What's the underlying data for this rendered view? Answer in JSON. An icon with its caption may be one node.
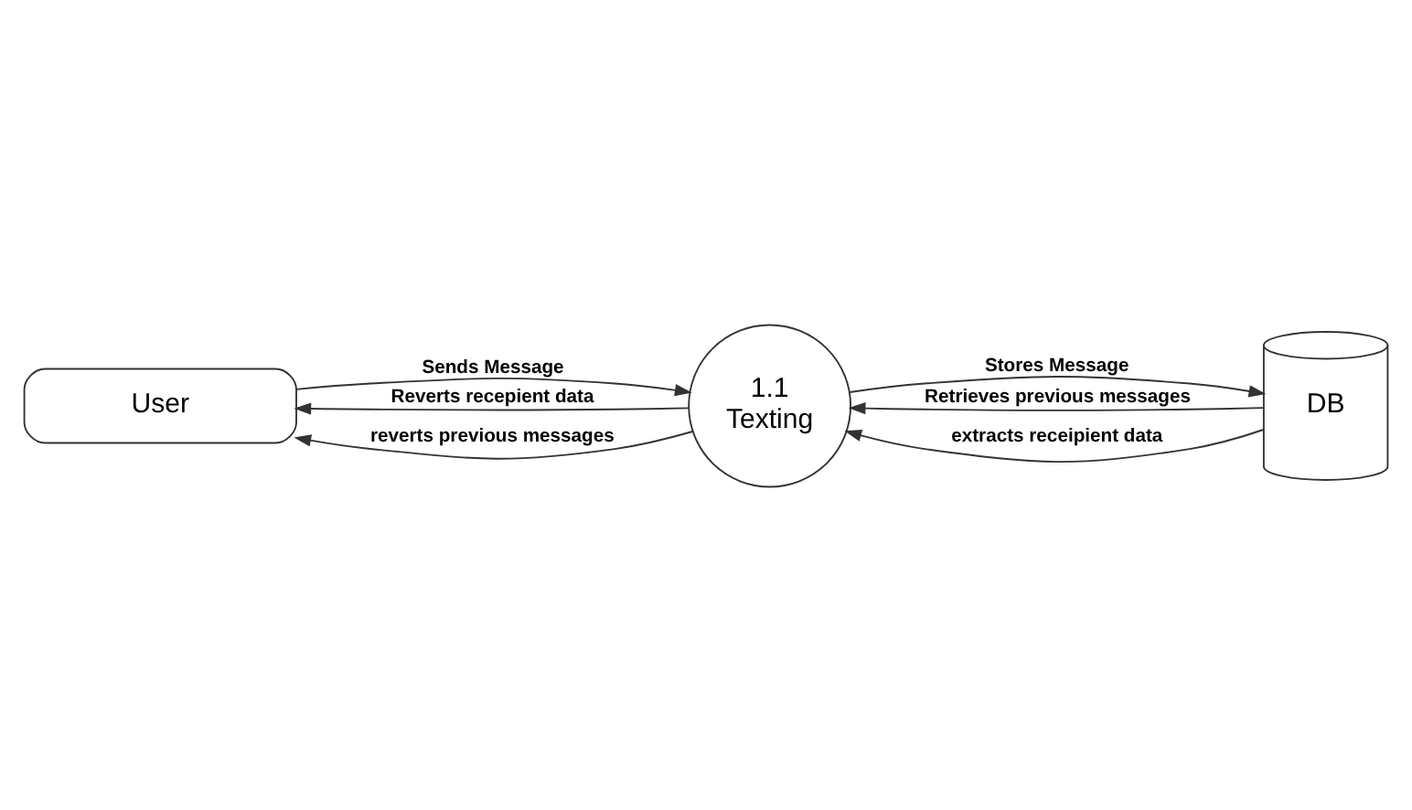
{
  "diagram": {
    "nodes": [
      {
        "text": [
          "User"
        ]
      },
      {
        "text": [
          "1.1",
          "Texting"
        ]
      },
      {
        "text": [
          "DB"
        ]
      }
    ],
    "edges": [
      {
        "from": 1,
        "to": 0,
        "arrow": "to",
        "label": "Reverts recepient data"
      },
      {
        "from": 0,
        "to": 1,
        "arrow": "to",
        "label": "Sends Message"
      },
      {
        "from": 1,
        "to": 0,
        "arrow": "to",
        "label": "reverts previous messages"
      },
      {
        "from": 1,
        "to": 2,
        "arrow": "to",
        "label": "Stores Message"
      },
      {
        "from": 2,
        "to": 1,
        "arrow": "to",
        "label": "Retrieves previous messages"
      },
      {
        "from": 2,
        "to": 1,
        "arrow": "to",
        "label": "extracts receipient data"
      }
    ]
  }
}
